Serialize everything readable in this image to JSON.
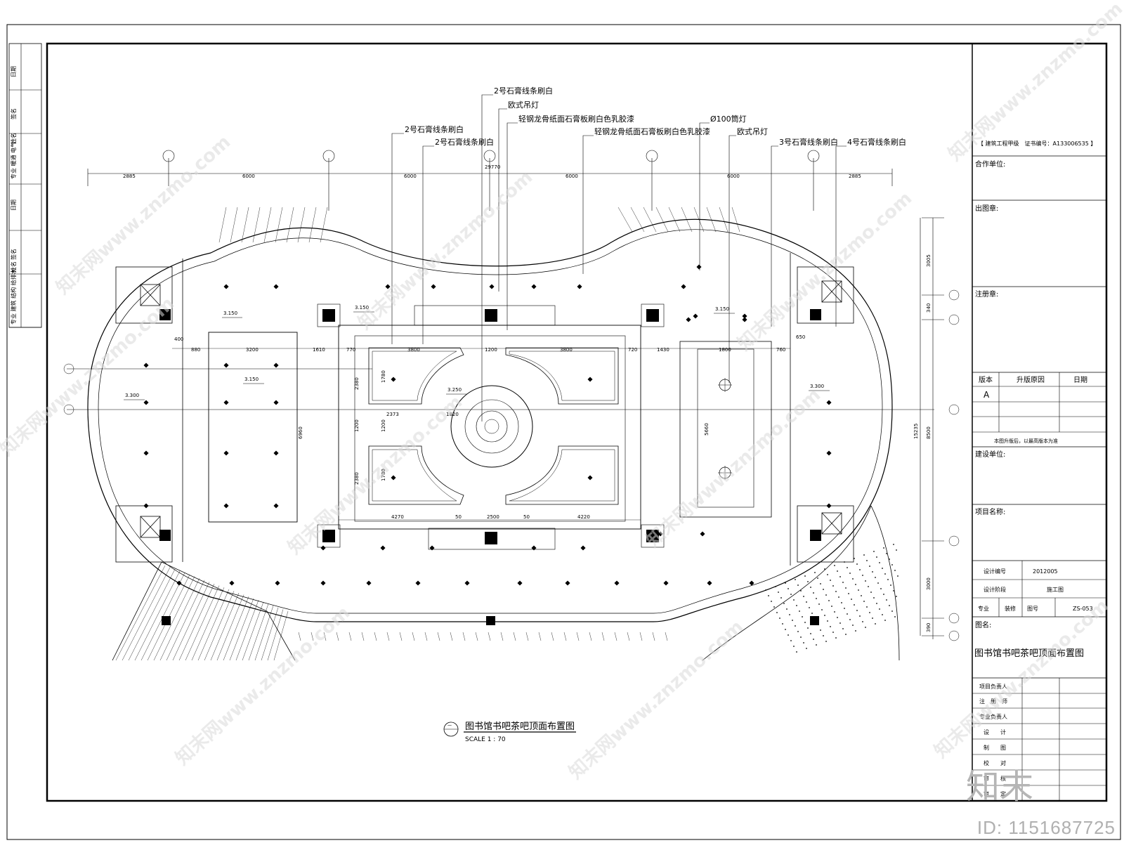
{
  "drawing": {
    "title": "图书馆书吧茶吧顶面布置图",
    "scale": "SCALE 1 : 70",
    "callout_number": "一",
    "annotations": {
      "a1": "2号石膏线条刷白",
      "a2": "欧式吊灯",
      "a3": "轻钢龙骨纸面石膏板刷白色乳胶漆",
      "a4": "轻钢龙骨纸面石膏板刷白色乳胶漆",
      "a5": "Ø100筒灯",
      "a6": "欧式吊灯",
      "a7": "2号石膏线条刷白",
      "a8": "2号石膏线条刷白",
      "a9": "3号石膏线条刷白",
      "a10": "4号石膏线条刷白"
    },
    "levels": {
      "l1": "3.150",
      "l2": "3.150",
      "l3": "3.150",
      "l4": "3.150",
      "l5": "3.300",
      "l6": "3.300",
      "l7": "3.250"
    },
    "top_dims": {
      "d1": "2885",
      "d2": "6000",
      "d3": "6000",
      "d4": "6000",
      "d5": "6000",
      "d6": "2885",
      "total": "29770"
    },
    "row_dims": {
      "r1": "880",
      "r2": "3200",
      "r3": "1610",
      "r4": "770",
      "r5": "3800",
      "r6": "1200",
      "r7": "3800",
      "r8": "720",
      "r9": "1430",
      "r10": "1800",
      "r11": "760",
      "r12": "400",
      "r13": "650"
    },
    "inner_dims": {
      "i1": "2380",
      "i2": "1780",
      "i3": "1200",
      "i4": "2380",
      "i5": "1780",
      "i6": "2373",
      "i7": "1820",
      "i8": "6960",
      "i9": "5660",
      "i10": "4270",
      "i11": "2500",
      "i12": "4220",
      "i13": "1200",
      "i14": "50",
      "i15": "50"
    },
    "right_dims": {
      "v1": "3005",
      "v2": "340",
      "v3": "8500",
      "v4": "15235",
      "v5": "3000",
      "v6": "390"
    }
  },
  "left_strip": {
    "labels": [
      "日期",
      "签名",
      "姓名",
      "专业 暖通 电气",
      "日期",
      "签名",
      "姓名",
      "专业 建筑 结构 给排水"
    ]
  },
  "title_block": {
    "qualification": "【 建筑工程甲级　证书编号：A133006535 】",
    "partner_label": "合作单位:",
    "stamp_label": "出图章:",
    "register_stamp_label": "注册章:",
    "revision_headers": [
      "版本",
      "升版原因",
      "日期"
    ],
    "revision_value": "A",
    "revision_note": "本图升版后，以最高版本为准",
    "client_label": "建设单位:",
    "project_label": "项目名称:",
    "design_no_label": "设计编号",
    "design_no": "2012005",
    "stage_label": "设计阶段",
    "stage": "施工图",
    "discipline_label": "专业",
    "discipline": "装修",
    "drawing_no_label": "图号",
    "drawing_no": "ZS-053",
    "drawing_name_label": "图名:",
    "drawing_name": "图书馆书吧茶吧顶面布置图",
    "signoffs": [
      "项目负责人",
      "注　册　师",
      "专业负责人",
      "设　　计",
      "制　　图",
      "校　　对",
      "审　　核",
      "审　　定"
    ]
  },
  "watermark": {
    "text": "知末网www.znzmo.com",
    "logo": "知末",
    "id": "ID: 1151687725"
  }
}
